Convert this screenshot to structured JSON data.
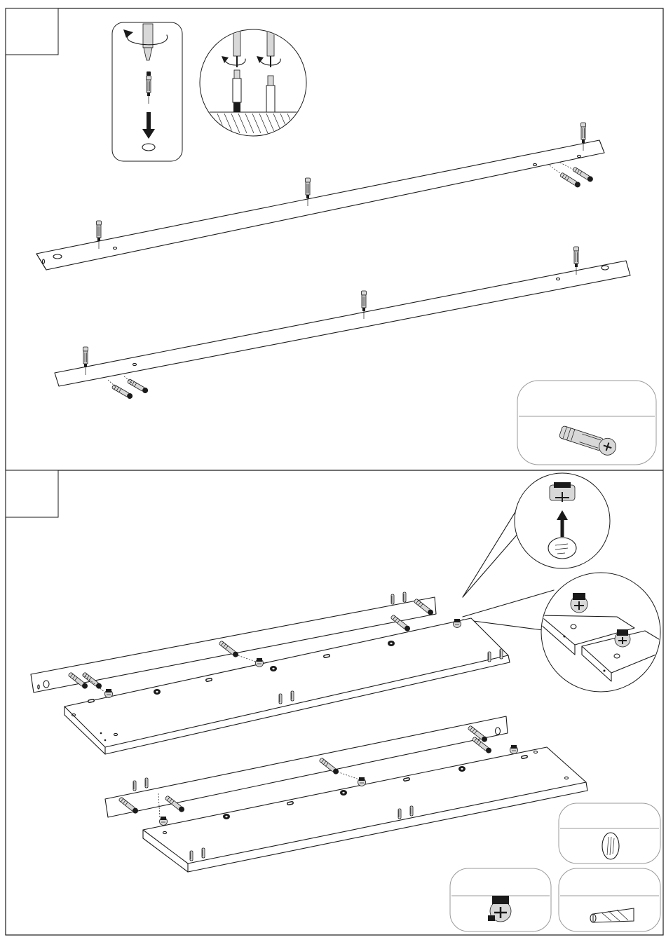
{
  "document": {
    "type": "assembly-instructions",
    "steps": [
      {
        "panel": "upper",
        "step_label": "",
        "parts": [
          "dowel-pin",
          "connecting-bolt"
        ],
        "insets": [
          "screwdriver-insert-pin",
          "tighten-pins-detail"
        ]
      },
      {
        "panel": "lower",
        "step_label": "",
        "parts": [
          "cam-lock-housing",
          "wooden-dowel",
          "washer-disc"
        ],
        "insets": [
          "cam-lock-insert-detail",
          "cam-lock-joint-detail"
        ]
      }
    ]
  }
}
